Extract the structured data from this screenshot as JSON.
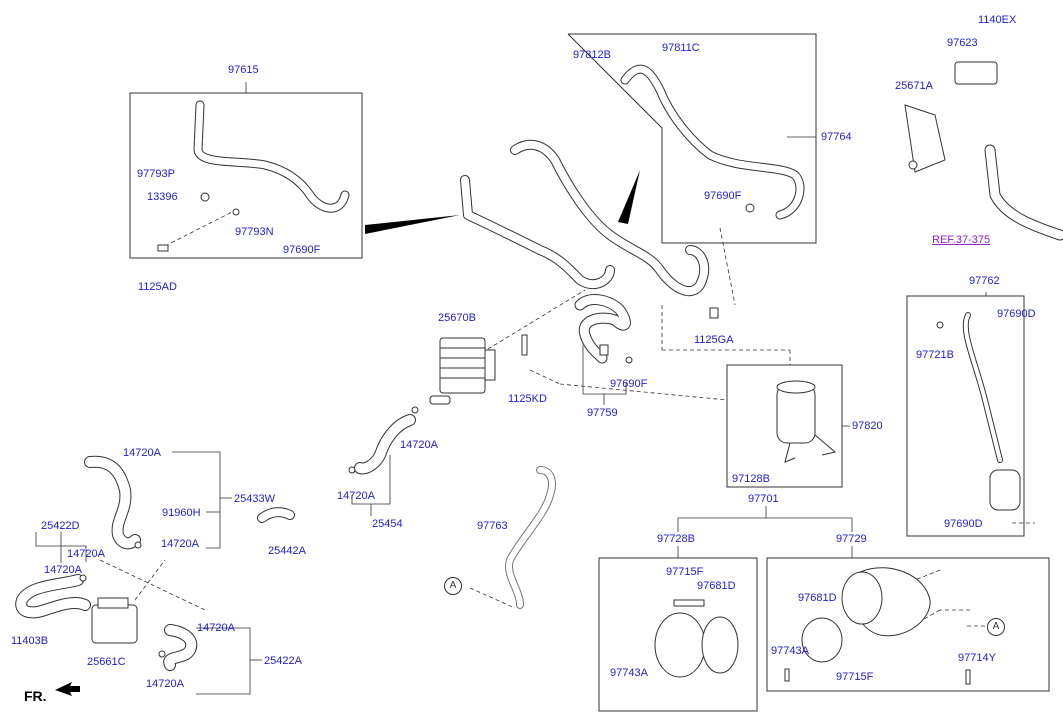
{
  "diagram": {
    "colors": {
      "label": "#1e1ed2",
      "ref_link": "#8b22c8",
      "line": "#333333",
      "part_fill": "#ffffff"
    },
    "labels": {
      "p97615": "97615",
      "p97793P": "97793P",
      "p13396": "13396",
      "p97793N": "97793N",
      "p97690F_a": "97690F",
      "p1125AD": "1125AD",
      "p97812B": "97812B",
      "p97811C": "97811C",
      "p97764": "97764",
      "p97690F_b": "97690F",
      "p1140EX": "1140EX",
      "p97623": "97623",
      "p25671A": "25671A",
      "ref37375": "REF.37-375",
      "p97762": "97762",
      "p97690D_a": "97690D",
      "p97721B": "97721B",
      "p97690D_b": "97690D",
      "p25670B": "25670B",
      "p1125GA": "1125GA",
      "p1125KD": "1125KD",
      "p97690F_c": "97690F",
      "p97759": "97759",
      "p97820": "97820",
      "p97128B": "97128B",
      "p97701": "97701",
      "p97728B": "97728B",
      "p97729": "97729",
      "p97715F_a": "97715F",
      "p97681D_a": "97681D",
      "p97743A_a": "97743A",
      "p97681D_b": "97681D",
      "p97743A_b": "97743A",
      "p97715F_b": "97715F",
      "p97714Y": "97714Y",
      "p14720A_1": "14720A",
      "p25433W": "25433W",
      "p91960H": "91960H",
      "p14720A_2": "14720A",
      "p25442A": "25442A",
      "p14720A_3": "14720A",
      "p14720A_4": "14720A",
      "p25454": "25454",
      "p97763": "97763",
      "p25422D": "25422D",
      "p14720A_5": "14720A",
      "p14720A_6": "14720A",
      "p11403B": "11403B",
      "p25661C": "25661C",
      "p14720A_7": "14720A",
      "p25422A": "25422A",
      "p14720A_8": "14720A",
      "circleA_1": "A",
      "circleA_2": "A",
      "fr": "FR."
    }
  }
}
